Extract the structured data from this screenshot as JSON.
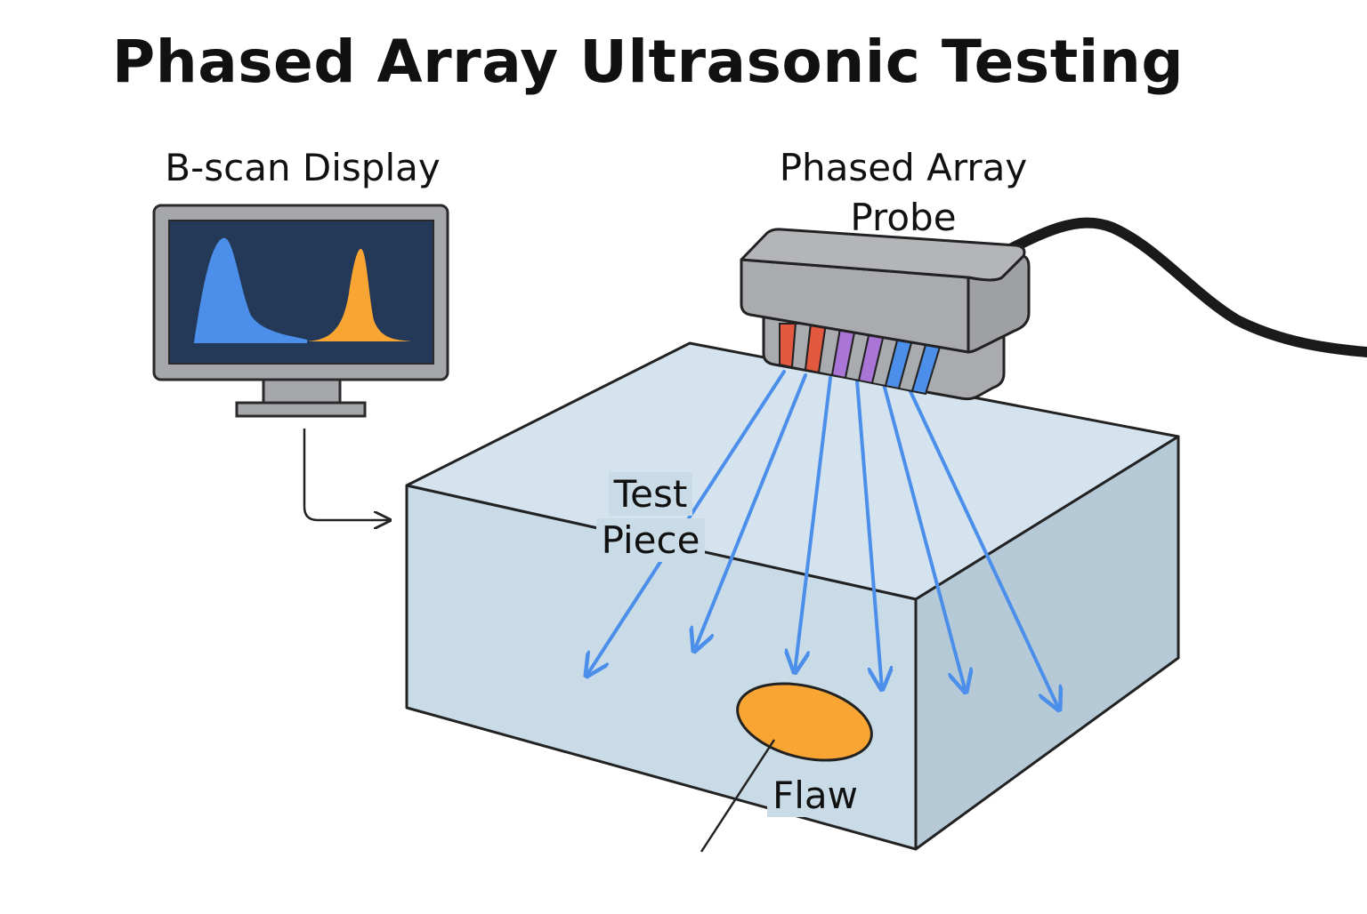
{
  "title": "Phased Array Ultrasonic Testing",
  "labels": {
    "display": "B-scan Display",
    "probe_line1": "Phased Array",
    "probe_line2": "Probe",
    "test_line1": "Test",
    "test_line2": "Piece",
    "flaw": "Flaw"
  },
  "colors": {
    "block_top": "#d4e3ee",
    "block_front": "#c9dbe6",
    "block_side": "#b5c9d6",
    "probe_body": "#a9abae",
    "screen": "#243858",
    "monitor_frame": "#a5a7aa",
    "beam": "#4b8fea",
    "flaw": "#f8a533",
    "peak_blue": "#4b8fea",
    "peak_orange": "#f8a533",
    "element_red": "#e2593f",
    "element_purple": "#a975d6",
    "element_blue": "#4b8fea",
    "cable": "#1a1a1a"
  }
}
